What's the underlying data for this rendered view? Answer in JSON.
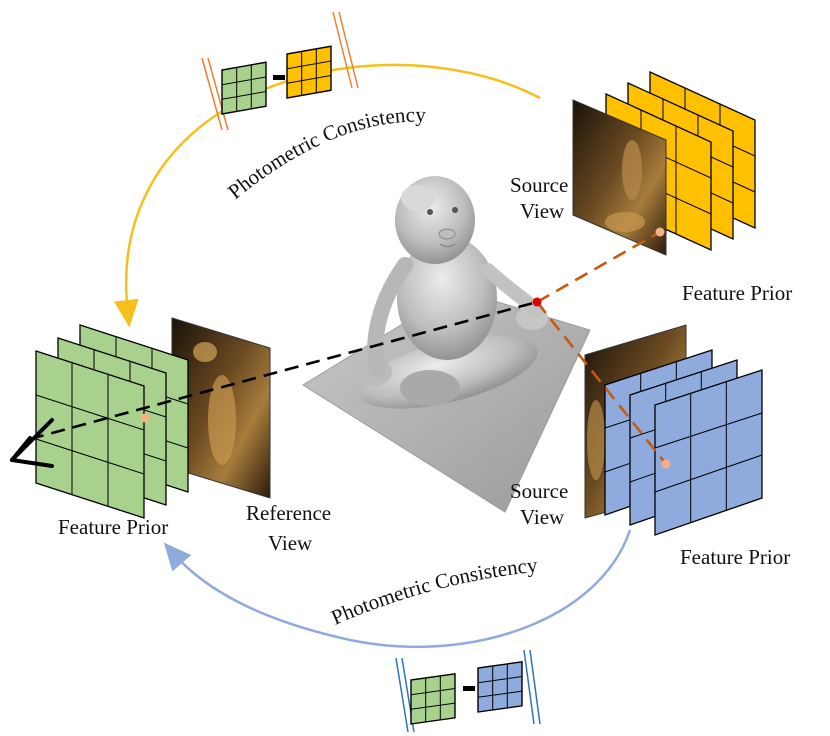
{
  "labels": {
    "arc_top": "Photometric Consistency",
    "arc_bottom": "Photometric Consistency",
    "source_view_top_1": "Source",
    "source_view_top_2": "View",
    "feature_prior_top": "Feature Prior",
    "feature_prior_left": "Feature Prior",
    "reference_view_1": "Reference",
    "reference_view_2": "View",
    "source_view_bottom_1": "Source",
    "source_view_bottom_2": "View",
    "feature_prior_bottom": "Feature Prior"
  },
  "colors": {
    "green": "#a9d18e",
    "yellow": "#ffc000",
    "blue": "#8faadc",
    "arc_yellow": "#f5c01c",
    "arc_blue": "#8faadc",
    "ray_black": "#000000",
    "ray_orange": "#c55a11",
    "point_peach": "#f4b183",
    "point_red": "#e00000",
    "bar_orange": "#ed7d31",
    "bar_blue": "#2e75b6"
  },
  "icons": {
    "camera": "camera-frustum-icon",
    "figure": "3d-figurine-render",
    "photo": "photo-view-icon"
  }
}
